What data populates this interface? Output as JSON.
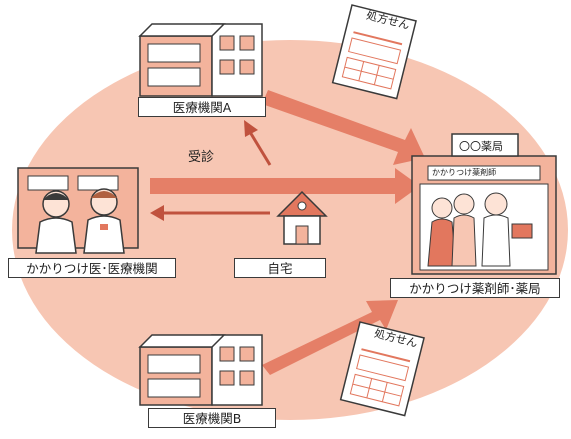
{
  "labels": {
    "hospital_a": "医療機関A",
    "hospital_b": "医療機関B",
    "family_doctor": "かかりつけ医･医療機関",
    "home": "自宅",
    "pharmacist": "かかりつけ薬剤師･薬局",
    "visit": "受診",
    "pharmacy_sign": "〇〇薬局",
    "pharmacy_shop_banner": "かかりつけ薬剤師",
    "prescription_top": "処方せん",
    "prescription_bottom": "処方せん"
  },
  "colors": {
    "ellipse_fill": "#f7c6b3",
    "arrow": "#e2775e",
    "dark_arrow": "#c0523e",
    "building_fill": "#ffffff",
    "building_shadow": "#f3b39c",
    "outline": "#3a3a3a"
  },
  "icons": [
    "hospital-building-icon",
    "doctor-nurse-icon",
    "house-icon",
    "pharmacy-icon",
    "prescription-icon"
  ]
}
